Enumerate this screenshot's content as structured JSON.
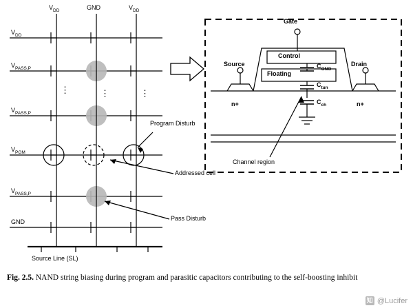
{
  "figure": {
    "left_circuit": {
      "top_rail_labels": [
        "VDD",
        "GND",
        "VDD"
      ],
      "wordline_labels": [
        {
          "base": "V",
          "sub": "DD"
        },
        {
          "base": "V",
          "sub": "PASS,P"
        },
        {
          "base": "V",
          "sub": "PASS,P"
        },
        {
          "base": "V",
          "sub": "PGM"
        },
        {
          "base": "V",
          "sub": "PASS,P"
        },
        {
          "base": "GND",
          "sub": ""
        }
      ],
      "vertical_dots": "⋮",
      "source_line_label": "Source Line (SL)",
      "annotations": [
        {
          "name": "program-disturb",
          "text": "Program Disturb"
        },
        {
          "name": "addressed-cell",
          "text": "Addressed cell"
        },
        {
          "name": "pass-disturb",
          "text": "Pass Disturb"
        }
      ]
    },
    "right_cell": {
      "terminals": {
        "gate": "Gate",
        "source": "Source",
        "drain": "Drain"
      },
      "stack": {
        "control_gate": "Control",
        "floating_gate": "Floating"
      },
      "diffusions": {
        "left": "n+",
        "right": "n+"
      },
      "capacitors": [
        {
          "name": "c-ono",
          "base": "C",
          "sub": "ONO"
        },
        {
          "name": "c-tun",
          "base": "C",
          "sub": "tun"
        },
        {
          "name": "c-ch",
          "base": "C",
          "sub": "ch"
        }
      ],
      "channel_label": "Channel region"
    }
  },
  "caption": {
    "number": "Fig. 2.5.",
    "text": " NAND string biasing during program and parasitic capacitors contributing to the self-boosting inhibit"
  },
  "watermark": {
    "logo_text": "知",
    "text": "@Lucifer"
  },
  "colors": {
    "ink": "#000000",
    "background": "#ffffff",
    "shaded_cell": "#b7b7b7",
    "watermark": "#9a9a9a"
  }
}
